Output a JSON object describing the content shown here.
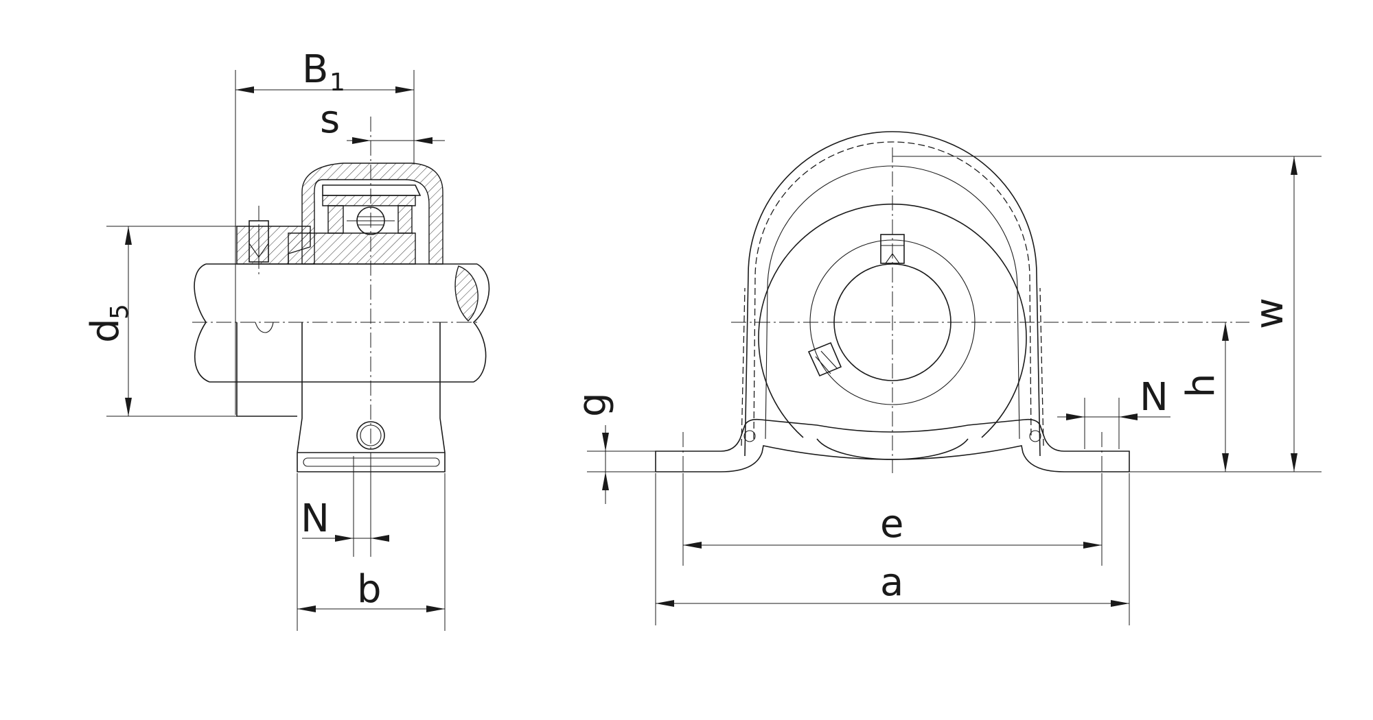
{
  "labels": {
    "B": "B",
    "B_sub": "1",
    "s": "s",
    "d": "d",
    "d_sub": "5",
    "N_left": "N",
    "b": "b",
    "g": "g",
    "e": "e",
    "a": "a",
    "N_right": "N",
    "h": "h",
    "w": "w"
  },
  "colors": {
    "line": "#1a1a1a",
    "background": "#ffffff"
  }
}
